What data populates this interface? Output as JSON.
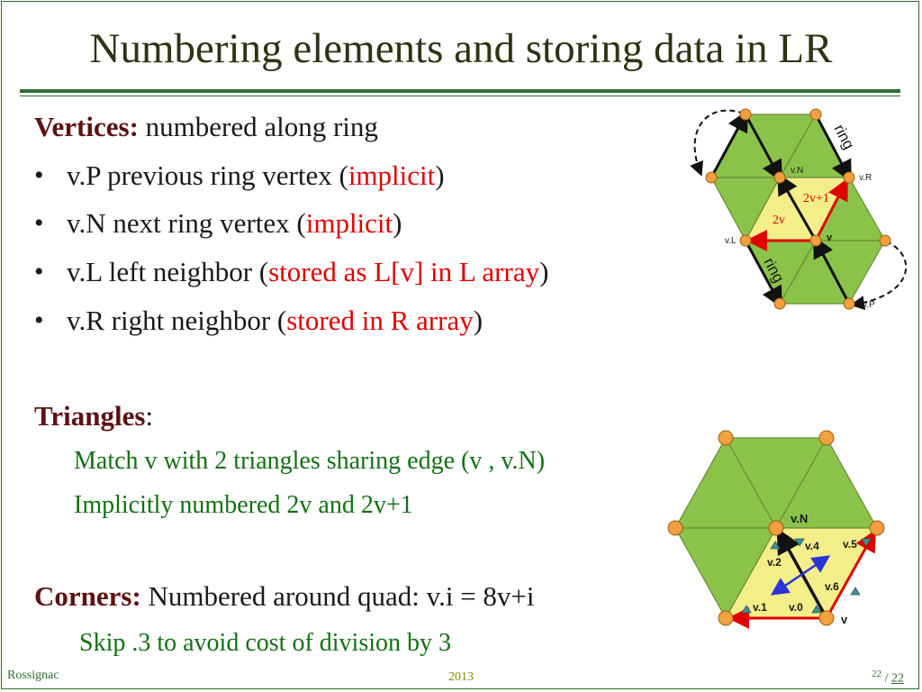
{
  "slide": {
    "title": "Numbering elements and storing data in LR",
    "vertices": {
      "heading": "Vertices:",
      "text": " numbered along ring",
      "bullets": [
        {
          "pre": "v.P previous ring vertex (",
          "red": "implicit",
          "post": ")"
        },
        {
          "pre": "v.N next ring vertex (",
          "red": "implicit",
          "post": ")"
        },
        {
          "pre": "v.L left neighbor (",
          "red": "stored as L[v] in L array",
          "post": ")"
        },
        {
          "pre": "v.R right neighbor (",
          "red": "stored in R array",
          "post": ")"
        }
      ]
    },
    "triangles": {
      "heading": "Triangles",
      "colon": ":",
      "line1": "Match v with 2 triangles sharing edge (v , v.N)",
      "line2": "Implicitly numbered 2v and 2v+1"
    },
    "corners": {
      "heading": "Corners:",
      "text": " Numbered around quad: v.i = 8v+i",
      "line1": "Skip .3 to avoid cost of division by 3"
    },
    "bullet_glyph": "•"
  },
  "diagram_top": {
    "labels": {
      "vN": "v.N",
      "vR": "v.R",
      "vL": "v.L",
      "vP": "v.P",
      "v": "v",
      "t1": "2v+1",
      "t0": "2v",
      "ring_top": "ring",
      "ring_bottom": "ring"
    }
  },
  "diagram_bottom": {
    "labels": {
      "vN": "v.N",
      "v": "v",
      "c4": "v.4",
      "c5": "v.5",
      "c2": "v.2",
      "c6": "v.6",
      "c1": "v.1",
      "c0": "v.0"
    }
  },
  "footer": {
    "author": "Rossignac",
    "year": "2013",
    "page": "22",
    "separator": "/",
    "total": "22"
  },
  "colors": {
    "green_fill": "#8bc34a",
    "yellow_fill": "#f3ee8a",
    "node": "#f0a040",
    "red": "#e00000",
    "blue": "#2a35d8"
  }
}
